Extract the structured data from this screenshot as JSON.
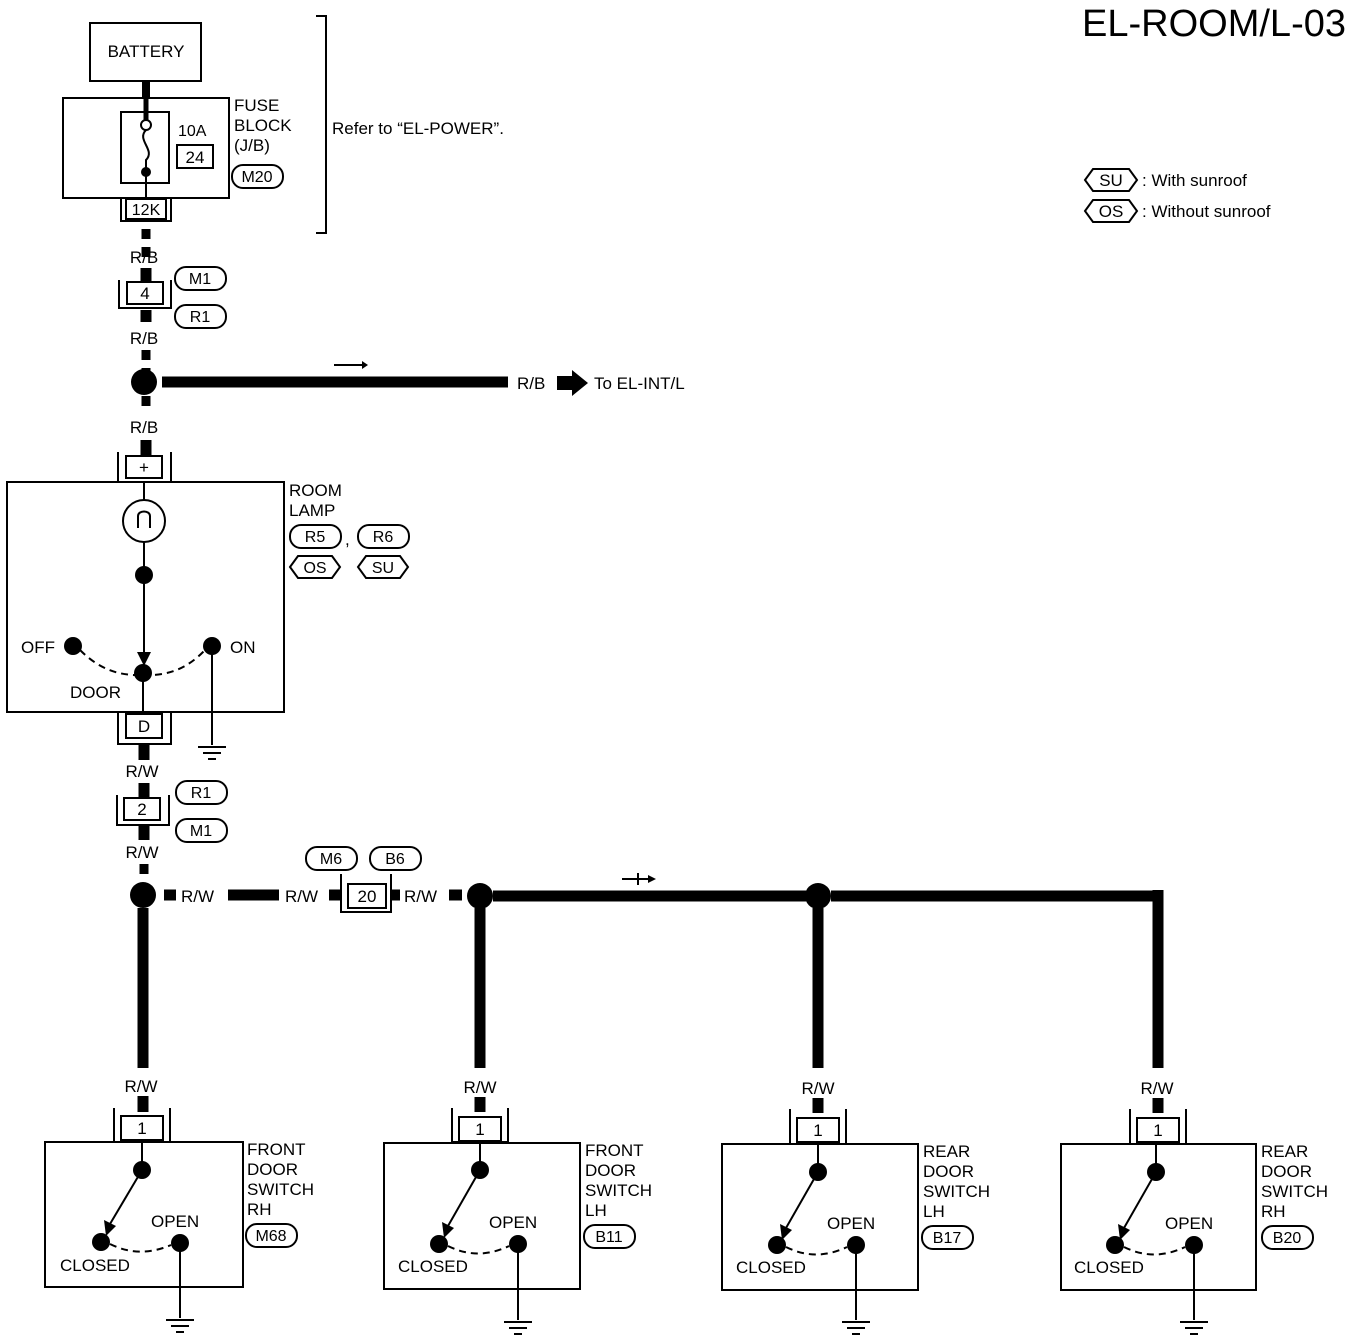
{
  "page_code": "EL-ROOM/L-03",
  "legend": [
    {
      "tag": "SU",
      "text": ": With sunroof"
    },
    {
      "tag": "OS",
      "text": ": Without sunroof"
    }
  ],
  "battery": "BATTERY",
  "fuse_block": {
    "label_lines": [
      "FUSE",
      "BLOCK",
      "(J/B)"
    ],
    "connector": "M20",
    "amperage": "10A",
    "fuse_no": "24",
    "terminal": "12K"
  },
  "refer_note": "Refer to “EL-POWER”.",
  "wires": {
    "rb": "R/B",
    "rw": "R/W"
  },
  "connector_m1_r1": {
    "terminal": "4",
    "tags": [
      "M1",
      "R1"
    ]
  },
  "branch_int": {
    "wire": "R/B",
    "dest": "To EL-INT/L"
  },
  "room_lamp": {
    "label_lines": [
      "ROOM",
      "LAMP"
    ],
    "connectors": [
      "R5",
      "R6"
    ],
    "separator": ",",
    "variants": [
      "OS",
      "SU"
    ],
    "terminal_in": "+",
    "terminal_out": "D",
    "switch": {
      "off": "OFF",
      "on": "ON",
      "door": "DOOR"
    }
  },
  "connector_r1_m1": {
    "terminal": "2",
    "tags": [
      "R1",
      "M1"
    ]
  },
  "connector_m6_b6": {
    "terminal": "20",
    "tags": [
      "M6",
      "B6"
    ]
  },
  "door_switches": [
    {
      "lines": [
        "FRONT",
        "DOOR",
        "SWITCH",
        "RH"
      ],
      "connector": "M68",
      "terminal": "1",
      "closed": "CLOSED",
      "open": "OPEN"
    },
    {
      "lines": [
        "FRONT",
        "DOOR",
        "SWITCH",
        "LH"
      ],
      "connector": "B11",
      "terminal": "1",
      "closed": "CLOSED",
      "open": "OPEN"
    },
    {
      "lines": [
        "REAR",
        "DOOR",
        "SWITCH",
        "LH"
      ],
      "connector": "B17",
      "terminal": "1",
      "closed": "CLOSED",
      "open": "OPEN"
    },
    {
      "lines": [
        "REAR",
        "DOOR",
        "SWITCH",
        "RH"
      ],
      "connector": "B20",
      "terminal": "1",
      "closed": "CLOSED",
      "open": "OPEN"
    }
  ]
}
